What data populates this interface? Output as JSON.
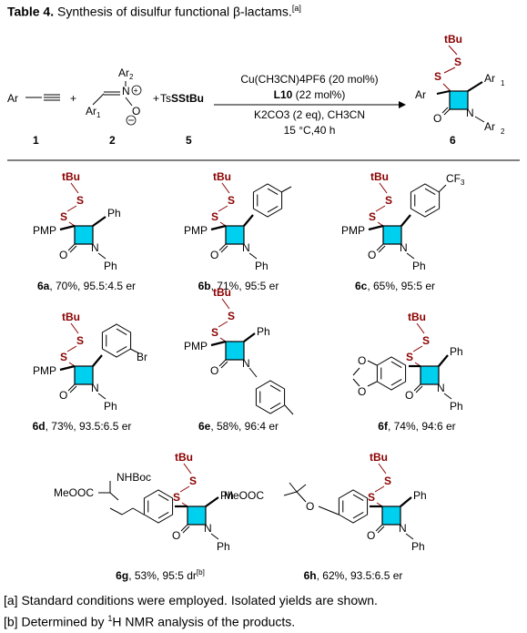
{
  "table": {
    "label": "Table 4.",
    "caption": "Synthesis of disulfur functional β-lactams.",
    "caption_note": "[a]"
  },
  "reaction": {
    "reagent1": "Ar",
    "plus": "+",
    "reagent2": {
      "ar2": "Ar",
      "ar2_sub": "2",
      "n": "N",
      "oxide": "O",
      "ar1": "Ar",
      "ar1_sub": "1"
    },
    "reagent3": {
      "ts": "Ts",
      "s": "SStBu"
    },
    "labels": [
      "1",
      "2",
      "5"
    ],
    "product_label": "6",
    "conditions": {
      "catalyst": "Cu(CH3CN)4PF6 (20 mol%)",
      "ligand": "L10",
      "ligand_amount": "(22 mol%)",
      "base": "K2CO3 (2 eq), CH3CN",
      "temp": "15 °C,40 h"
    }
  },
  "products": [
    {
      "id": "6a",
      "rest": ", 70%, 95.5:4.5 er"
    },
    {
      "id": "6b",
      "rest": ", 71%, 95:5 er"
    },
    {
      "id": "6c",
      "rest": ", 65%, 95:5 er"
    },
    {
      "id": "6d",
      "rest": ", 73%, 93.5:6.5 er"
    },
    {
      "id": "6e",
      "rest": ", 58%, 96:4 er"
    },
    {
      "id": "6f",
      "rest": ", 74%, 94:6 er"
    },
    {
      "id": "6g",
      "rest": ", 53%, 95:5 dr",
      "note": "[b]"
    },
    {
      "id": "6h",
      "rest": ", 62%, 93.5:6.5 er"
    }
  ],
  "groups": {
    "tbu": "tBu",
    "s": "S",
    "pmp": "PMP",
    "ph": "Ph",
    "n": "N",
    "o": "O",
    "br": "Br",
    "cf3": "CF3",
    "nhboc": "NHBoc",
    "meooc": "MeOOC",
    "ar": "Ar",
    "ar1": "Ar1",
    "ar2": "Ar2"
  },
  "footnotes": [
    {
      "tag": "[a]",
      "text": "Standard conditions were employed. Isolated yields are shown."
    },
    {
      "tag": "[b]",
      "text_pre": "Determined by ",
      "sup": "1",
      "text_post": "H NMR analysis of the products."
    }
  ],
  "colors": {
    "ring": "#00d0f0",
    "sulfur": "#8b0000",
    "bond": "#000000"
  }
}
